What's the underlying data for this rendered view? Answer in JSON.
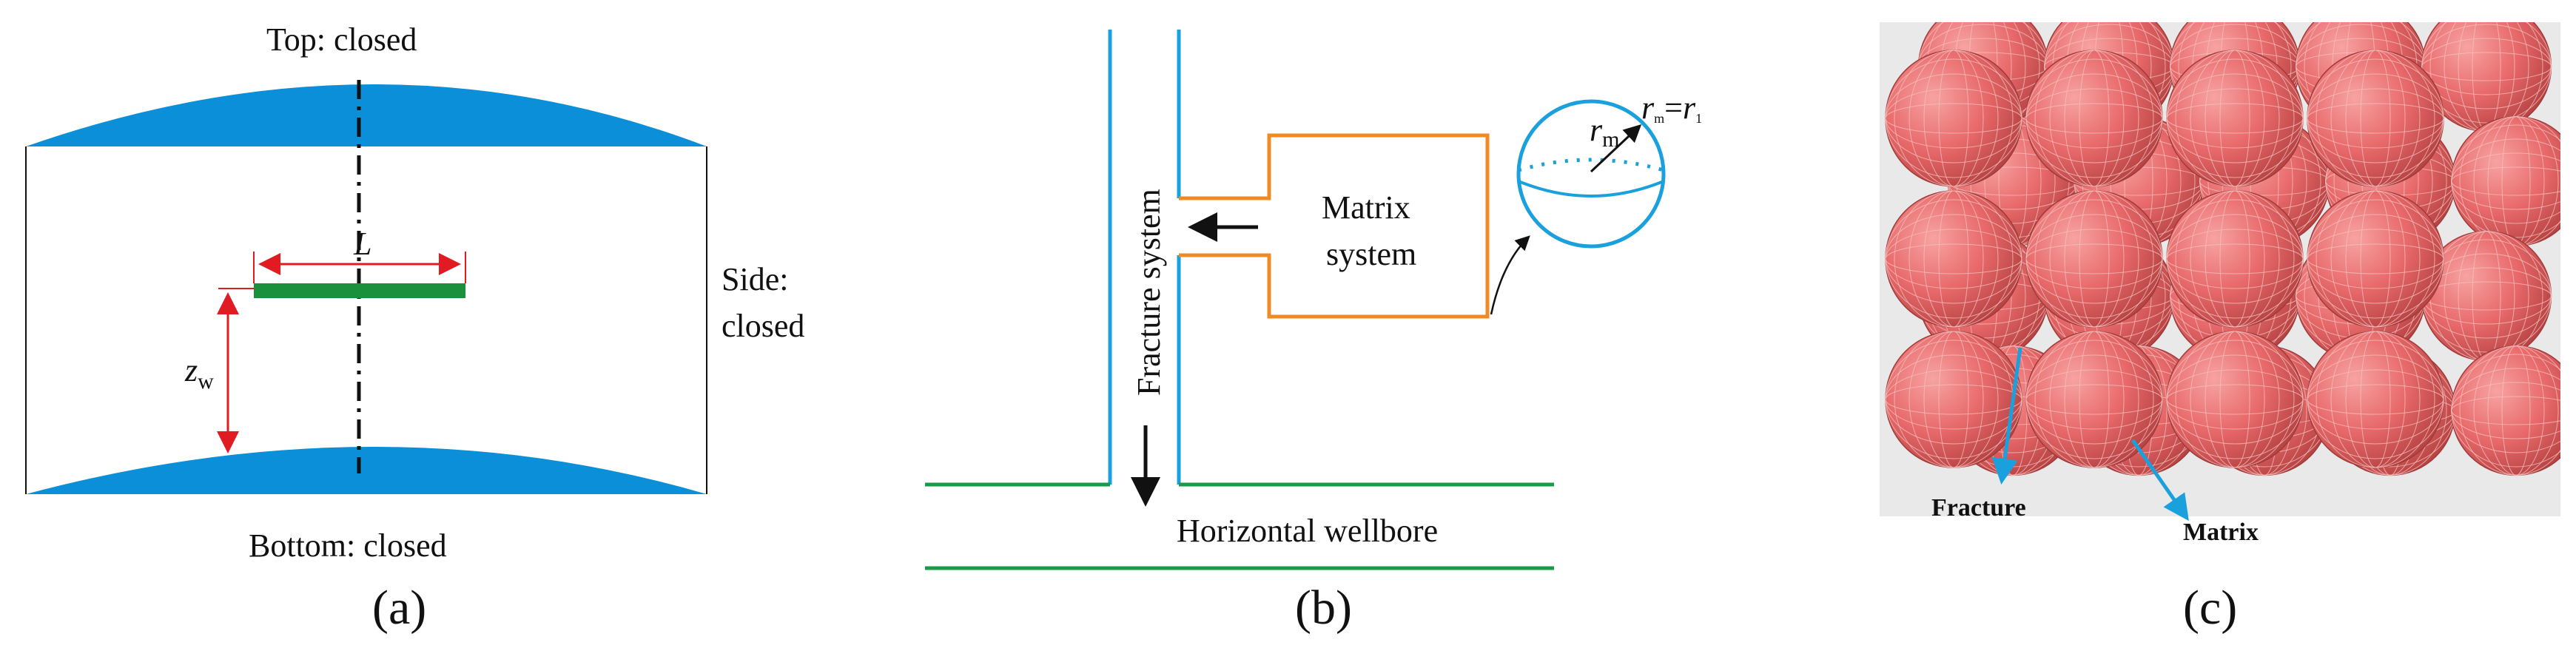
{
  "panel_a": {
    "top_label": "Top:  closed",
    "side_label_line1": "Side:",
    "side_label_line2": "closed",
    "bottom_label": "Bottom:  closed",
    "length_label": "L",
    "depth_label_main": "z",
    "depth_label_sub": "w",
    "caption": "(a)",
    "colors": {
      "boundary": "#0a8fd8",
      "well": "#1a8f3c",
      "dimension": "#e11b22"
    }
  },
  "panel_b": {
    "fracture_label": "Fracture  system",
    "matrix_line1": "Matrix",
    "matrix_line2": "system",
    "wellbore_label": "Horizontal wellbore",
    "radius_label_main": "r",
    "radius_label_sub": "m",
    "radius_eq_main1": "r",
    "radius_eq_sub1": "m",
    "radius_eq_mid": "=",
    "radius_eq_main2": "r",
    "radius_eq_sub2": "1",
    "caption": "(b)",
    "colors": {
      "fracture": "#1aa1dd",
      "matrix": "#f08a24",
      "wellbore": "#1a9a4a",
      "sphere": "#1aa1dd"
    }
  },
  "panel_c": {
    "fracture_label": "Fracture",
    "matrix_label": "Matrix",
    "caption": "(c)",
    "colors": {
      "sphere_fill": "#e8696a",
      "sphere_mesh": "#f6c2c0",
      "background": "#e9e9e9",
      "arrow": "#1aa1dd"
    }
  }
}
